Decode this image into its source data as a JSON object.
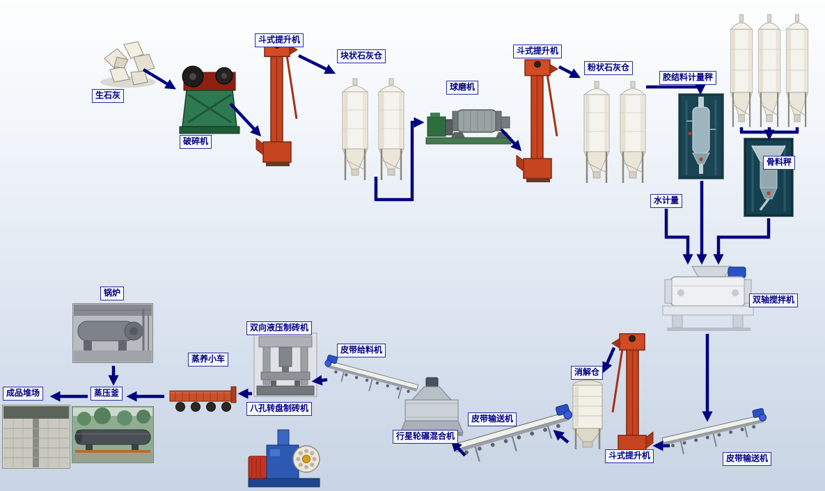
{
  "diagram": {
    "colors": {
      "arrow": "#00007e",
      "label_text": "#000080",
      "label_border": "#2b2ba6",
      "label_background": "#f5f8fd",
      "background_top": "#fdfefe",
      "background_bottom": "#c9d4e4"
    },
    "nodes": {
      "quicklime": {
        "label": "生石灰"
      },
      "crusher": {
        "label": "破碎机"
      },
      "bucket_elevator_1": {
        "label": "斗式提升机"
      },
      "lump_lime_silo": {
        "label": "块状石灰仓"
      },
      "ball_mill": {
        "label": "球磨机"
      },
      "bucket_elevator_2": {
        "label": "斗式提升机"
      },
      "powder_lime_silo": {
        "label": "粉状石灰仓"
      },
      "binder_scale": {
        "label": "胶结料计量秤"
      },
      "aggregate_scale": {
        "label": "骨料秤"
      },
      "water_meter": {
        "label": "水计量"
      },
      "double_shaft_mixer": {
        "label": "双轴搅拌机"
      },
      "belt_conveyor_right": {
        "label": "皮带输送机"
      },
      "bucket_elevator_3": {
        "label": "斗式提升机"
      },
      "digestion_silo": {
        "label": "消解仓"
      },
      "belt_conveyor_mid": {
        "label": "皮带输送机"
      },
      "planetary_mixer": {
        "label": "行星轮碾混合机"
      },
      "belt_feeder": {
        "label": "皮带给料机"
      },
      "hydraulic_brick_machine": {
        "label": "双向液压制砖机"
      },
      "rotary_brick_machine": {
        "label": "八孔转盘制砖机"
      },
      "steam_cart": {
        "label": "蒸养小车"
      },
      "autoclave": {
        "label": "蒸压釜"
      },
      "product_yard": {
        "label": "成品堆场"
      },
      "boiler": {
        "label": "锅炉"
      }
    }
  }
}
